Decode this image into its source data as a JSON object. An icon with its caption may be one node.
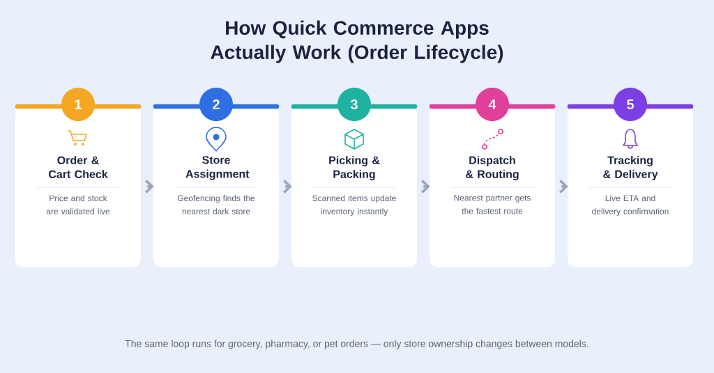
{
  "diagram": {
    "title": "How Quick Commerce Apps Actually Work (Order Lifecycle)",
    "nodes": [
      {
        "text": [
          "1",
          "Order & Cart Check",
          "Price and stock are validated live"
        ]
      },
      {
        "text": [
          "2",
          "Store Assignment",
          "Geofencing finds the nearest dark store"
        ]
      },
      {
        "text": [
          "3",
          "Picking & Packing",
          "Scanned items update inventory instantly"
        ]
      },
      {
        "text": [
          "4",
          "Dispatch & Routing",
          "Nearest partner gets the fastest route"
        ]
      },
      {
        "text": [
          "5",
          "Tracking & Delivery",
          "Live ETA and delivery confirmation"
        ]
      }
    ],
    "edges": [
      {
        "from": 0,
        "to": 1,
        "arrow": "to"
      },
      {
        "from": 1,
        "to": 2,
        "arrow": "to"
      },
      {
        "from": 2,
        "to": 3,
        "arrow": "to"
      },
      {
        "from": 3,
        "to": 4,
        "arrow": "to"
      }
    ],
    "caption": "The same loop runs for grocery, pharmacy, or pet orders — only store ownership changes between models."
  }
}
